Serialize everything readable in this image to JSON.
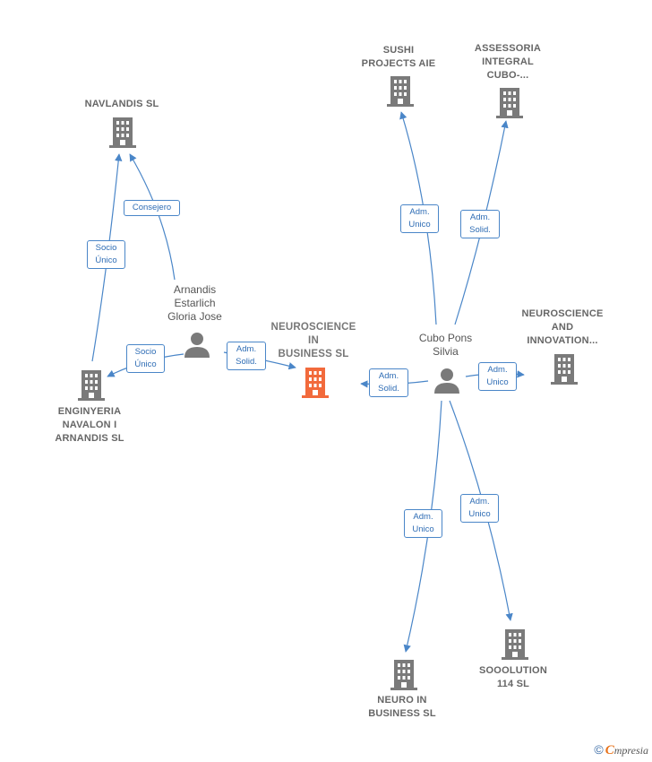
{
  "colors": {
    "edge": "#4a86c8",
    "building": "#7a7a7a",
    "building_focus": "#f26a3c",
    "person": "#7a7a7a"
  },
  "nodes": {
    "navlandis": {
      "lines": [
        "NAVLANDIS  SL"
      ]
    },
    "enginyeria": {
      "lines": [
        "ENGINYERIA",
        "NAVALON I",
        "ARNANDIS  SL"
      ]
    },
    "arnandis": {
      "lines": [
        "Arnandis",
        "Estarlich",
        "Gloria Jose"
      ]
    },
    "neuroscience_business": {
      "lines": [
        "NEUROSCIENCE",
        "IN",
        "BUSINESS  SL"
      ]
    },
    "sushi": {
      "lines": [
        "SUSHI",
        "PROJECTS  AIE"
      ]
    },
    "assessoria": {
      "lines": [
        "ASSESSORIA",
        "INTEGRAL",
        "CUBO-..."
      ]
    },
    "cubo_pons": {
      "lines": [
        "Cubo Pons",
        "Silvia"
      ]
    },
    "neuroscience_innovation": {
      "lines": [
        "NEUROSCIENCE",
        "AND",
        "INNOVATION..."
      ]
    },
    "neuro_in_business": {
      "lines": [
        "NEURO IN",
        "BUSINESS  SL"
      ]
    },
    "sooolution": {
      "lines": [
        "SOOOLUTION",
        "114  SL"
      ]
    }
  },
  "edges": [
    {
      "id": "e1",
      "lines": [
        "Consejero"
      ]
    },
    {
      "id": "e2",
      "lines": [
        "Socio",
        "Único"
      ]
    },
    {
      "id": "e3",
      "lines": [
        "Socio",
        "Único"
      ]
    },
    {
      "id": "e4",
      "lines": [
        "Adm.",
        "Solid."
      ]
    },
    {
      "id": "e5",
      "lines": [
        "Adm.",
        "Unico"
      ]
    },
    {
      "id": "e6",
      "lines": [
        "Adm.",
        "Solid."
      ]
    },
    {
      "id": "e7",
      "lines": [
        "Adm.",
        "Solid."
      ]
    },
    {
      "id": "e8",
      "lines": [
        "Adm.",
        "Unico"
      ]
    },
    {
      "id": "e9",
      "lines": [
        "Adm.",
        "Unico"
      ]
    },
    {
      "id": "e10",
      "lines": [
        "Adm.",
        "Unico"
      ]
    }
  ],
  "footer": {
    "copyright": "©",
    "brand_first": "C",
    "brand_rest": "mpresia"
  }
}
